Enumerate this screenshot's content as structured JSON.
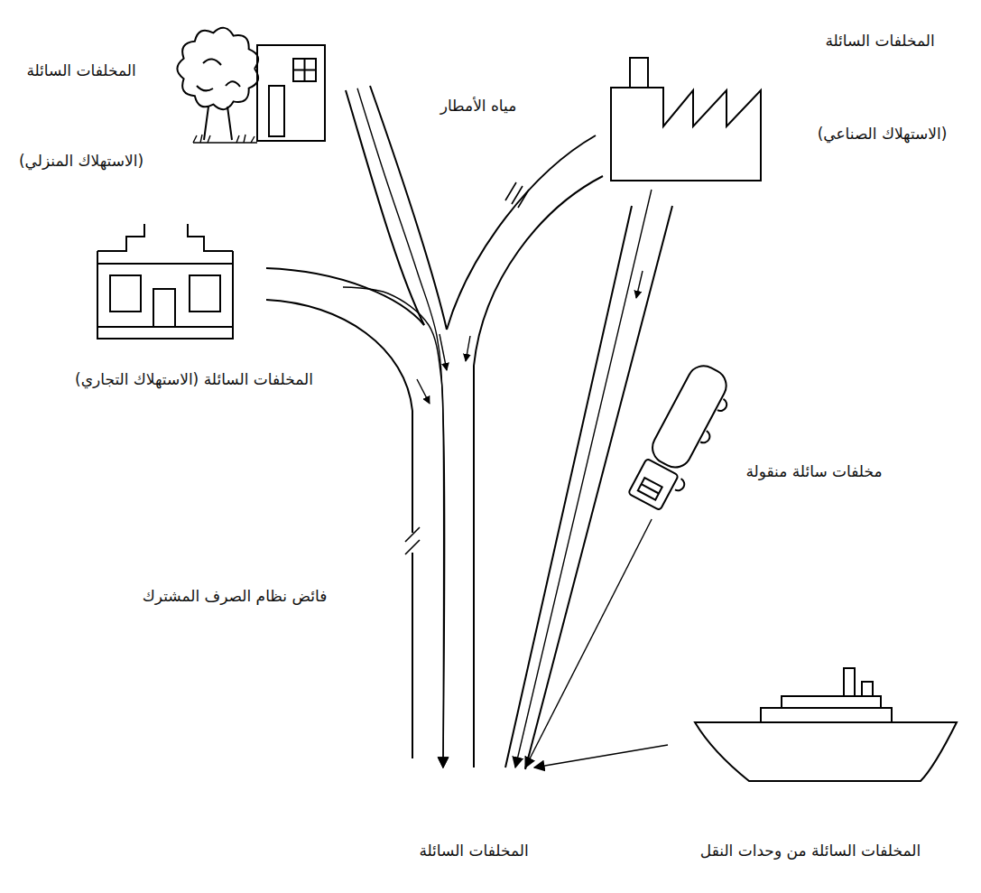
{
  "diagram": {
    "nodes": [
      {
        "text": [
          "المخلفات السائلة",
          "(الاستهلاك المنزلي)"
        ]
      },
      {
        "text": [
          "المخلفات السائلة",
          "(الاستهلاك الصناعي)"
        ]
      },
      {
        "text": [
          "المخلفات السائلة (الاستهلاك التجاري)"
        ]
      },
      {
        "text": [
          "مخلفات سائلة منقولة"
        ]
      },
      {
        "text": [
          "المخلفات السائلة"
        ]
      },
      {
        "text": [
          "المخلفات السائلة من وحدات النقل"
        ]
      }
    ],
    "edges": [
      {
        "from": 0,
        "to": 4,
        "arrow": "to"
      },
      {
        "from": 2,
        "to": 4,
        "arrow": "to"
      },
      {
        "from": 1,
        "to": 4,
        "arrow": "to"
      },
      {
        "from": 3,
        "to": 4,
        "arrow": "to"
      },
      {
        "from": 5,
        "to": 4,
        "arrow": "to"
      }
    ],
    "labels": [
      "مياه الأمطار",
      "فائض نظام الصرف المشترك"
    ]
  }
}
